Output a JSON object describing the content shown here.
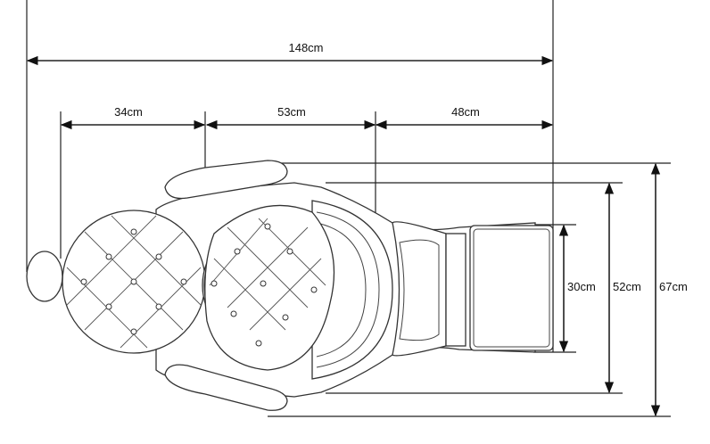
{
  "dimensions": {
    "total_length": "148cm",
    "backrest_length": "34cm",
    "seat_length": "53cm",
    "legrest_length": "48cm",
    "footrest_width": "30cm",
    "seat_width": "52cm",
    "overall_width": "67cm"
  },
  "colors": {
    "line": "#222222",
    "background": "#ffffff"
  }
}
